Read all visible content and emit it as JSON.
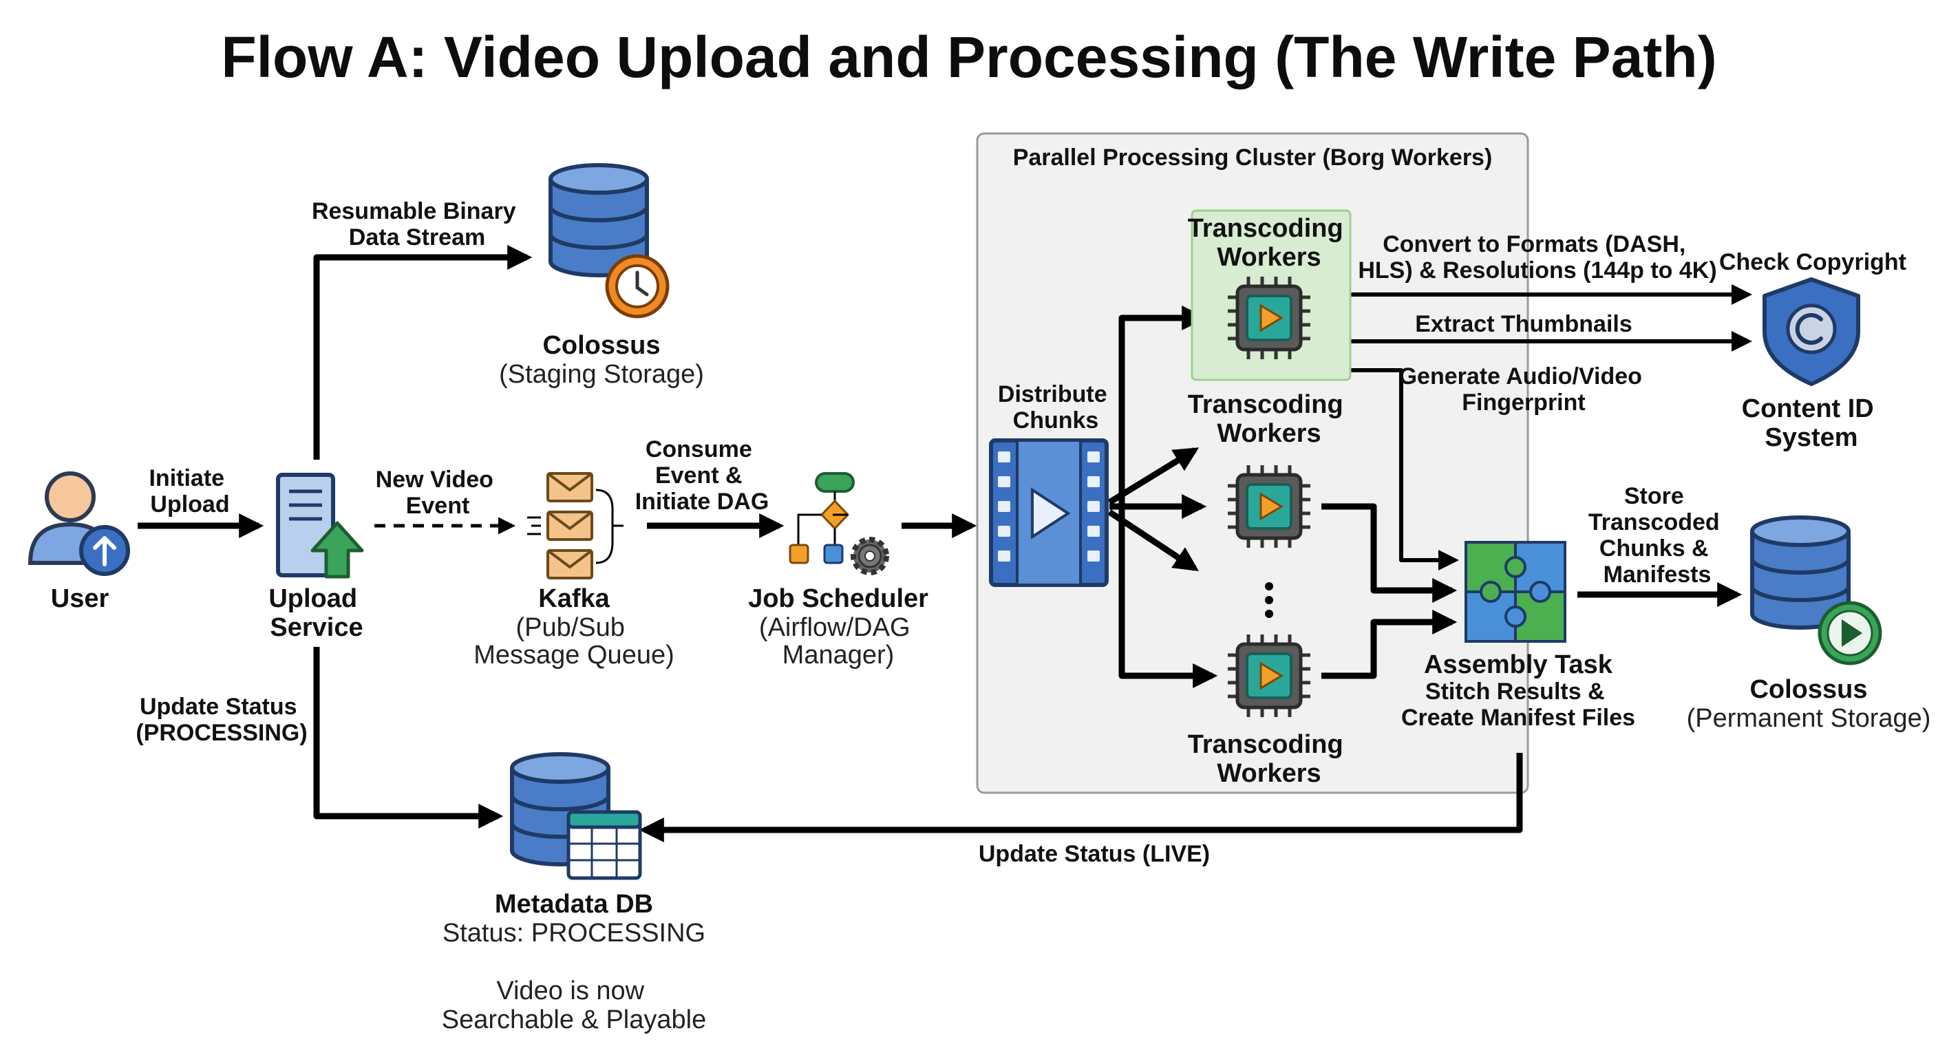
{
  "title": "Flow A: Video Upload and Processing (The Write Path)",
  "cluster": {
    "label": "Parallel Processing Cluster (Borg Workers)"
  },
  "nodes": {
    "user": {
      "label": "User"
    },
    "upload_service": {
      "label_line1": "Upload",
      "label_line2": "Service"
    },
    "colossus_staging": {
      "label": "Colossus",
      "sublabel": "(Staging Storage)"
    },
    "kafka": {
      "label": "Kafka",
      "sublabel_line1": "(Pub/Sub",
      "sublabel_line2": "Message Queue)"
    },
    "job_scheduler": {
      "label": "Job Scheduler",
      "sublabel_line1": "(Airflow/DAG",
      "sublabel_line2": "Manager)"
    },
    "distribute": {
      "label_line1": "Distribute",
      "label_line2": "Chunks"
    },
    "worker_top": {
      "label_line1": "Transcoding",
      "label_line2": "Workers"
    },
    "worker_mid": {
      "label_line1": "Transcoding",
      "label_line2": "Workers"
    },
    "worker_bot": {
      "label_line1": "Transcoding",
      "label_line2": "Workers"
    },
    "content_id": {
      "label_line1": "Content ID",
      "label_line2": "System"
    },
    "assembly": {
      "label_line1": "Assembly Task",
      "label_line2": "Stitch Results &",
      "label_line3": "Create Manifest Files"
    },
    "colossus_permanent": {
      "label": "Colossus",
      "sublabel": "(Permanent Storage)"
    },
    "metadata_db": {
      "label": "Metadata DB",
      "status": "Status: PROCESSING",
      "note_line1": "Video is now",
      "note_line2": "Searchable & Playable"
    }
  },
  "edges": {
    "initiate_upload": {
      "line1": "Initiate",
      "line2": "Upload"
    },
    "resumable_stream": {
      "line1": "Resumable Binary",
      "line2": "Data Stream"
    },
    "new_video_event": {
      "line1": "New Video",
      "line2": "Event"
    },
    "consume_event": {
      "line1": "Consume",
      "line2": "Event &",
      "line3": "Initiate DAG"
    },
    "convert_formats": {
      "line1": "Convert to Formats (DASH,",
      "line2": "HLS) & Resolutions (144p to 4K)"
    },
    "check_copyright": {
      "label": "Check Copyright"
    },
    "extract_thumbnails": {
      "label": "Extract Thumbnails"
    },
    "fingerprint": {
      "line1": "Generate Audio/Video",
      "line2": "Fingerprint"
    },
    "store_chunks": {
      "line1": "Store",
      "line2": "Transcoded",
      "line3": "Chunks &",
      "line4": "Manifests"
    },
    "update_processing": {
      "line1": "Update Status",
      "line2": "(PROCESSING)"
    },
    "update_live": {
      "label": "Update Status (LIVE)"
    }
  },
  "colors": {
    "db_blue": "#4a7cc7",
    "db_dark": "#1f3a66",
    "clock_orange": "#f08a24",
    "play_orange": "#f3a02b",
    "chip_teal": "#2aa79b",
    "chip_gray": "#5a5a5a",
    "cluster_bg": "#f1f1f1",
    "worker_highlight": "#d8ecd2",
    "puzzle_green": "#4caf50",
    "puzzle_blue": "#4a90d9",
    "shield_blue": "#3b6fc1",
    "play_green": "#3aa45a",
    "envelope": "#f4c38a"
  },
  "icons": [
    "user-icon",
    "upload-server-icon",
    "database-clock-icon",
    "envelope-queue-icon",
    "dag-scheduler-icon",
    "film-chunks-icon",
    "chip-play-icon",
    "shield-copyright-icon",
    "puzzle-assembly-icon",
    "database-play-icon",
    "database-table-icon"
  ]
}
